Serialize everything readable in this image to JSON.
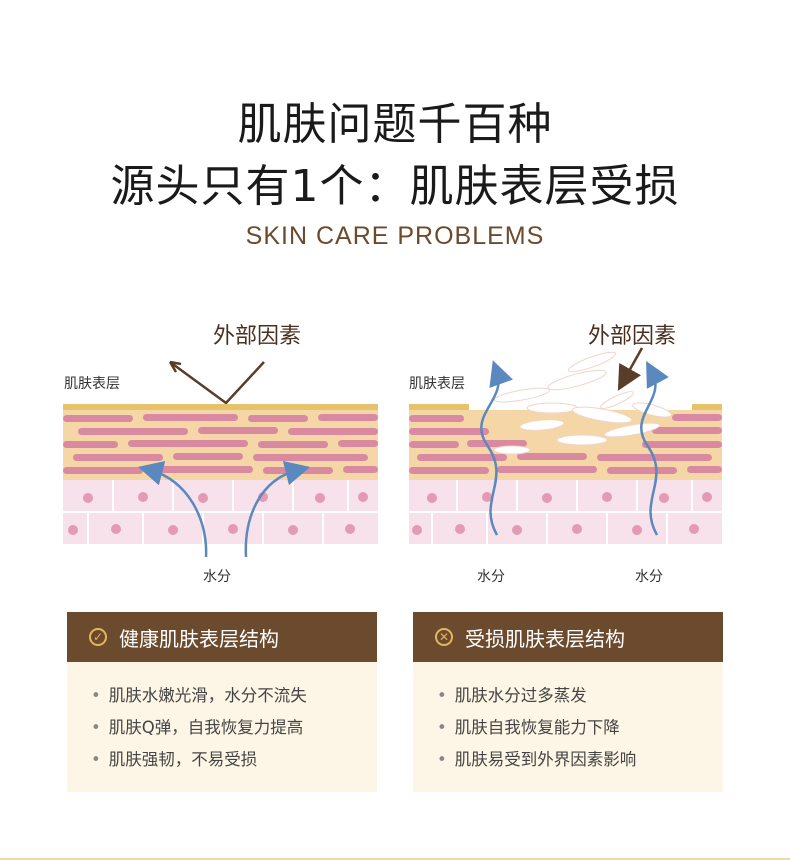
{
  "header": {
    "title_line1": "肌肤问题千百种",
    "title_line2": "源头只有1个：肌肤表层受损",
    "subtitle": "SKIN CARE PROBLEMS"
  },
  "diagrams": {
    "healthy": {
      "external_label": "外部因素",
      "skin_label": "肌肤表层",
      "water_label": "水分"
    },
    "damaged": {
      "external_label": "外部因素",
      "skin_label": "肌肤表层",
      "water_label_left": "水分",
      "water_label_right": "水分"
    }
  },
  "cards": {
    "healthy": {
      "title": "健康肌肤表层结构",
      "icon": "check-circle-icon",
      "items": [
        "肌肤水嫩光滑，水分不流失",
        "肌肤Q弹，自我恢复力提高",
        "肌肤强韧，不易受损"
      ]
    },
    "damaged": {
      "title": "受损肌肤表层结构",
      "icon": "x-circle-icon",
      "items": [
        "肌肤水分过多蒸发",
        "肌肤自我恢复能力下降",
        "肌肤易受到外界因素影响"
      ]
    }
  },
  "colors": {
    "brown_header": "#6b4a2d",
    "card_bg": "#fdf6e6",
    "skin_top": "#f5d6a6",
    "skin_streak": "#d98aa0",
    "cell_bg": "#f7e1ea",
    "cell_nucleus": "#e49ab4",
    "water_arrow": "#5b88be"
  }
}
